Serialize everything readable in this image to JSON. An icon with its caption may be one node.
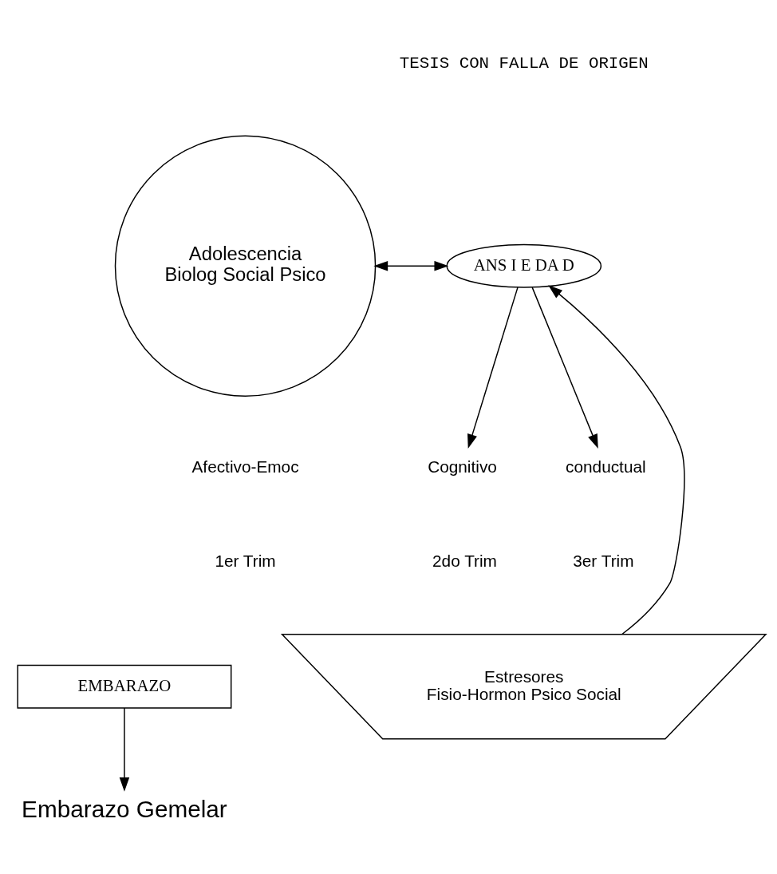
{
  "diagram": {
    "nodes": [
      {
        "text": [
          "Adolescencia",
          "Biolog Social Psico"
        ]
      },
      {
        "text": [
          "ANS I E DA D"
        ]
      },
      {
        "text": [
          "Cognitivo"
        ]
      },
      {
        "text": [
          "conductual"
        ]
      },
      {
        "text": [
          "EMBARAZO"
        ]
      },
      {
        "text": [
          "Estresores",
          "Fisio-Hormon Psico Social"
        ]
      },
      {
        "text": [
          "Embarazo Gemelar"
        ]
      }
    ],
    "edges": [
      {
        "from": 0,
        "to": 1,
        "arrow": "both"
      },
      {
        "from": 1,
        "to": 2,
        "arrow": "to"
      },
      {
        "from": 1,
        "to": 3,
        "arrow": "to"
      },
      {
        "from": 4,
        "to": 6,
        "arrow": "to"
      },
      {
        "from": 5,
        "to": 1,
        "arrow": "to"
      }
    ],
    "labels": [
      "TESIS CON FALLA DE ORIGEN",
      "Afectivo-Emoc",
      "1er Trim",
      "2do Trim",
      "3er Trim"
    ]
  }
}
